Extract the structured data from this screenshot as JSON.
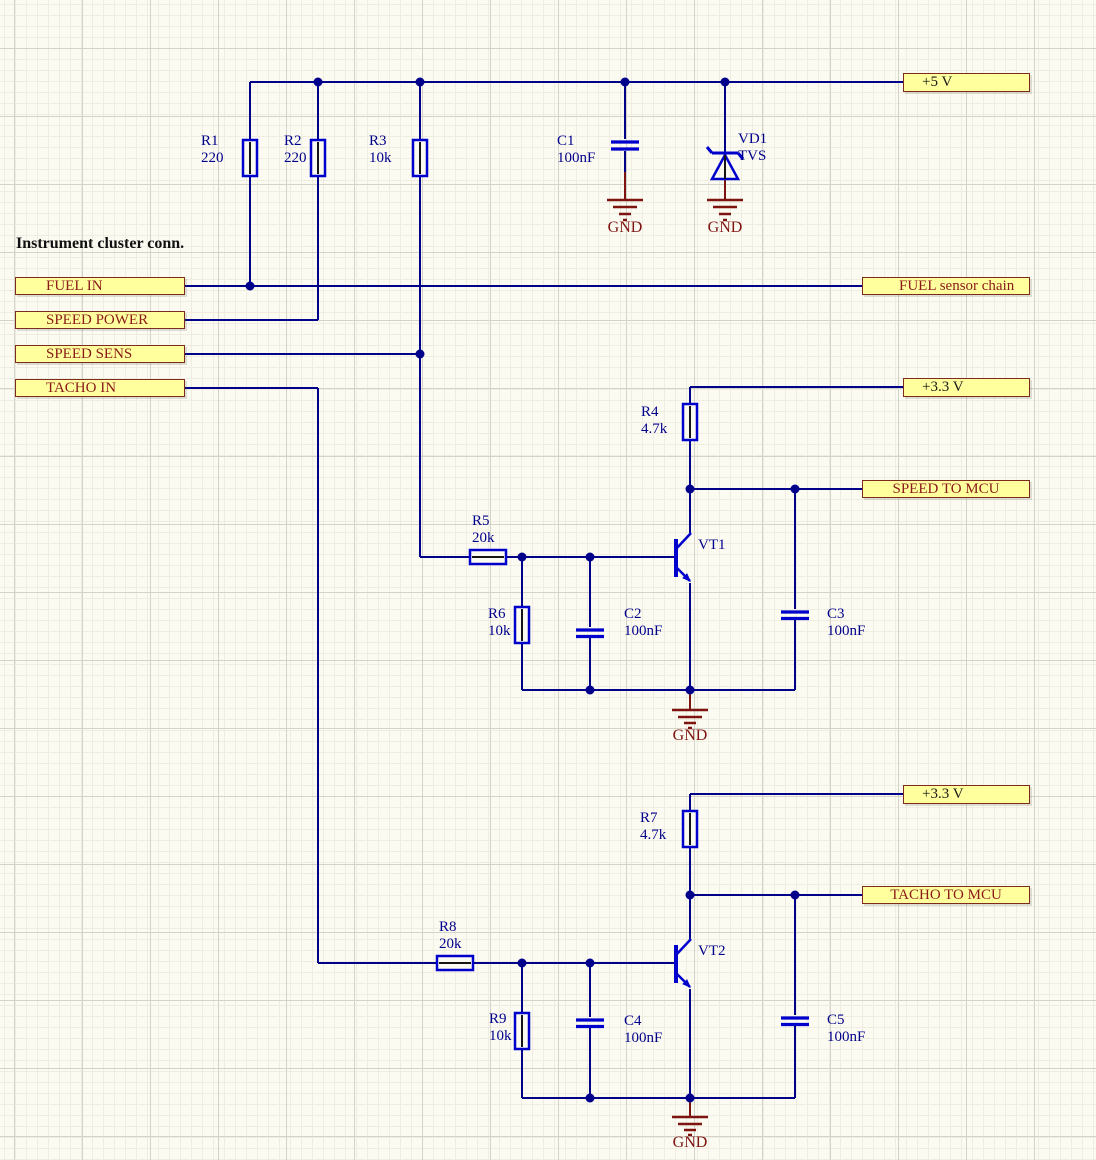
{
  "title": "Instrument cluster conn.",
  "power": {
    "v5": "+5 V",
    "v33": "+3.3 V"
  },
  "ports": {
    "fuel_in": "FUEL IN",
    "speed_power": "SPEED POWER",
    "speed_sens": "SPEED SENS",
    "tacho_in": "TACHO IN",
    "fuel_chain": "FUEL sensor chain",
    "speed_mcu": "SPEED TO MCU",
    "tacho_mcu": "TACHO TO MCU"
  },
  "gnd_label": "GND",
  "components": {
    "r1": {
      "ref": "R1",
      "value": "220"
    },
    "r2": {
      "ref": "R2",
      "value": "220"
    },
    "r3": {
      "ref": "R3",
      "value": "10k"
    },
    "r4": {
      "ref": "R4",
      "value": "4.7k"
    },
    "r5": {
      "ref": "R5",
      "value": "20k"
    },
    "r6": {
      "ref": "R6",
      "value": "10k"
    },
    "r7": {
      "ref": "R7",
      "value": "4.7k"
    },
    "r8": {
      "ref": "R8",
      "value": "20k"
    },
    "r9": {
      "ref": "R9",
      "value": "10k"
    },
    "c1": {
      "ref": "C1",
      "value": "100nF"
    },
    "c2": {
      "ref": "C2",
      "value": "100nF"
    },
    "c3": {
      "ref": "C3",
      "value": "100nF"
    },
    "c4": {
      "ref": "C4",
      "value": "100nF"
    },
    "c5": {
      "ref": "C5",
      "value": "100nF"
    },
    "vd1": {
      "ref": "VD1",
      "value": "TVS"
    },
    "vt1": {
      "ref": "VT1"
    },
    "vt2": {
      "ref": "VT2"
    }
  },
  "colors": {
    "wire": "#00008B",
    "component": "#0000CD",
    "ground": "#7E1410",
    "port_fill": "#FFFF9E",
    "port_border": "#7C2B1C",
    "port_text": "#8B1A1A"
  }
}
